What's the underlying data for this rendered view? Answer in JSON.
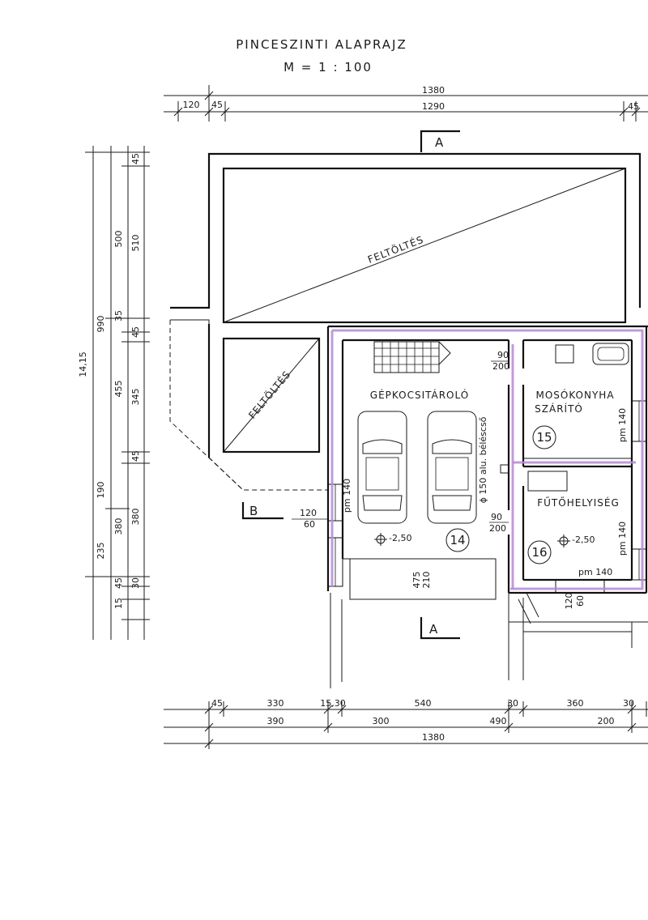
{
  "drawing": {
    "title": "PINCESZINTI ALAPRAJZ",
    "scale": "M = 1 : 100"
  },
  "dims_top": {
    "total": "1380",
    "inner": "1290",
    "left": "120",
    "left2": "45",
    "right": "45"
  },
  "dims_left": [
    "14,15",
    "990",
    "500",
    "510",
    "45",
    "35",
    "45",
    "455",
    "345",
    "45",
    "190",
    "235",
    "380",
    "380",
    "45",
    "15",
    "30"
  ],
  "dims_bottom_row1": [
    "45",
    "330",
    "15,30",
    "540",
    "30",
    "360",
    "30"
  ],
  "dims_bottom_row2": [
    "390",
    "300",
    "490",
    "200"
  ],
  "dims_bottom_total": "1380",
  "fill_labels": [
    "FELTÖLTÉS",
    "FELTÖLTÉS"
  ],
  "rooms": [
    {
      "num": "14",
      "name": "GÉPKOCSITÁROLÓ",
      "level": "-2,50"
    },
    {
      "num": "15",
      "name_line1": "MOSÓKONYHA",
      "name_line2": "SZÁRÍTÓ"
    },
    {
      "num": "16",
      "name": "FŰTŐHELYISÉG",
      "level": "-2,50"
    }
  ],
  "openings": {
    "door1_w": "90",
    "door1_h": "200",
    "door2_w": "90",
    "door2_h": "200",
    "garage_w": "475",
    "garage_h": "210",
    "win_b_w": "120",
    "win_b_h": "60",
    "win_bottom_w": "120",
    "win_bottom_h": "60",
    "pm1": "pm 140",
    "pm2": "pm 140",
    "pm3": "pm 140",
    "pm4": "pm 140"
  },
  "pipe_note": "ϕ 150 alu. béléscső",
  "section_marks": {
    "a_top": "A",
    "a_bottom": "A",
    "b_left": "B"
  }
}
